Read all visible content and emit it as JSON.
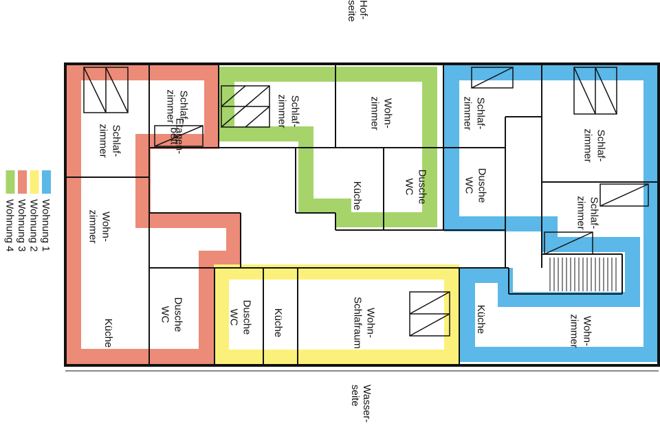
{
  "orientation": {
    "top": [
      "Hof-",
      "seite"
    ],
    "bottom": [
      "Wasser-",
      "seite"
    ]
  },
  "legend": [
    {
      "label": "Wohnung 1",
      "color": "#5bb8e8"
    },
    {
      "label": "Wohnung 2",
      "color": "#fbf17a"
    },
    {
      "label": "Wohnung 3",
      "color": "#ec8b78"
    },
    {
      "label": "Wohnung 4",
      "color": "#a6d46a"
    }
  ],
  "rooms": [
    {
      "unit": "Wohnung 3",
      "lines": [
        "Schlaf-",
        "zimmer"
      ]
    },
    {
      "unit": "Wohnung 3",
      "lines": [
        "Schlaf-",
        "zimmer"
      ]
    },
    {
      "unit": "Wohnung 3",
      "lines": [
        "Etagen-",
        "bett"
      ],
      "small": true
    },
    {
      "unit": "Wohnung 3",
      "lines": [
        "Wohn-",
        "zimmer"
      ]
    },
    {
      "unit": "Wohnung 3",
      "lines": [
        "Küche"
      ]
    },
    {
      "unit": "Wohnung 3",
      "lines": [
        "Dusche",
        "WC"
      ]
    },
    {
      "unit": "Wohnung 4",
      "lines": [
        "Schlaf-",
        "zimmer"
      ]
    },
    {
      "unit": "Wohnung 4",
      "lines": [
        "Wohn-",
        "zimmer"
      ]
    },
    {
      "unit": "Wohnung 4",
      "lines": [
        "Küche"
      ]
    },
    {
      "unit": "Wohnung 4",
      "lines": [
        "Dusche",
        "WC"
      ]
    },
    {
      "unit": "Wohnung 1",
      "lines": [
        "Schlaf-",
        "zimmer"
      ]
    },
    {
      "unit": "Wohnung 1",
      "lines": [
        "Dusche",
        "WC"
      ]
    },
    {
      "unit": "Wohnung 1",
      "lines": [
        "Schlaf-",
        "zimmer"
      ]
    },
    {
      "unit": "Wohnung 1",
      "lines": [
        "Schlaf-",
        "zimmer"
      ]
    },
    {
      "unit": "Wohnung 2",
      "lines": [
        "Dusche",
        "WC"
      ]
    },
    {
      "unit": "Wohnung 2",
      "lines": [
        "Küche"
      ]
    },
    {
      "unit": "Wohnung 2",
      "lines": [
        "Wohn-",
        "Schlafraum"
      ]
    },
    {
      "unit": "Wohnung 1",
      "lines": [
        "Küche"
      ]
    },
    {
      "unit": "Wohnung 1",
      "lines": [
        "Wohn-",
        "zimmer"
      ]
    }
  ]
}
